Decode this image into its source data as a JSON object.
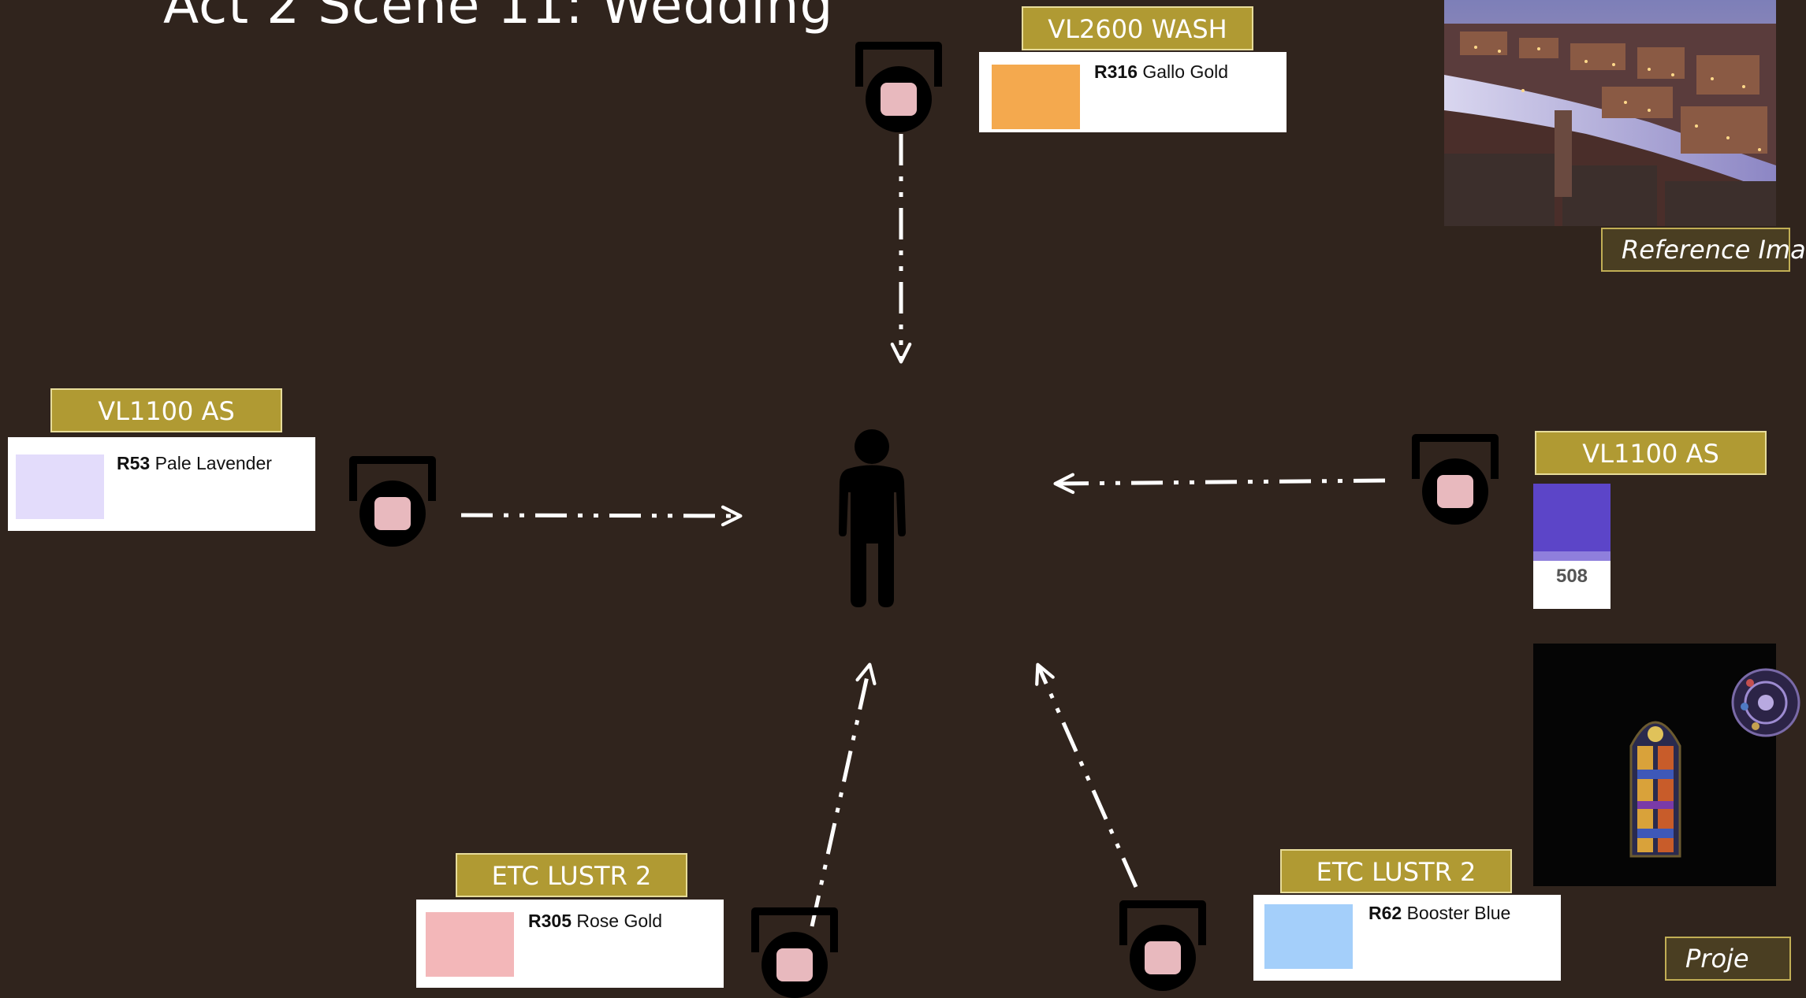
{
  "scene": {
    "title": "Act 2 Scene 11: Wedding"
  },
  "colors": {
    "background": "#30241d",
    "label_fill": "#b09a33",
    "label_border": "#e7dc9a",
    "arrow": "#ffffff",
    "lens": "#e8b9be"
  },
  "fixtures": {
    "top": {
      "type": "VL2600 WASH",
      "gel_code": "R316",
      "gel_name": "Gallo Gold",
      "swatch": "#f4a94e"
    },
    "left": {
      "type": "VL1100 AS",
      "gel_code": "R53",
      "gel_name": "Pale Lavender",
      "swatch": "#e3dcfb"
    },
    "right": {
      "type": "VL1100 AS",
      "chip_number": "508",
      "swatch": "#5c45c8"
    },
    "bottom_left": {
      "type": "ETC LUSTR 2",
      "gel_code": "R305",
      "gel_name": "Rose Gold",
      "swatch": "#f3b7b9"
    },
    "bottom_right": {
      "type": "ETC LUSTR 2",
      "gel_code": "R62",
      "gel_name": "Booster Blue",
      "swatch": "#a4cffa"
    }
  },
  "reference": {
    "top_label": "Reference Ima",
    "bottom_label": "Proje"
  },
  "icons": {
    "fixture": "moving-light-icon",
    "performer": "person-icon",
    "arrow": "dash-dot-arrow-icon"
  }
}
